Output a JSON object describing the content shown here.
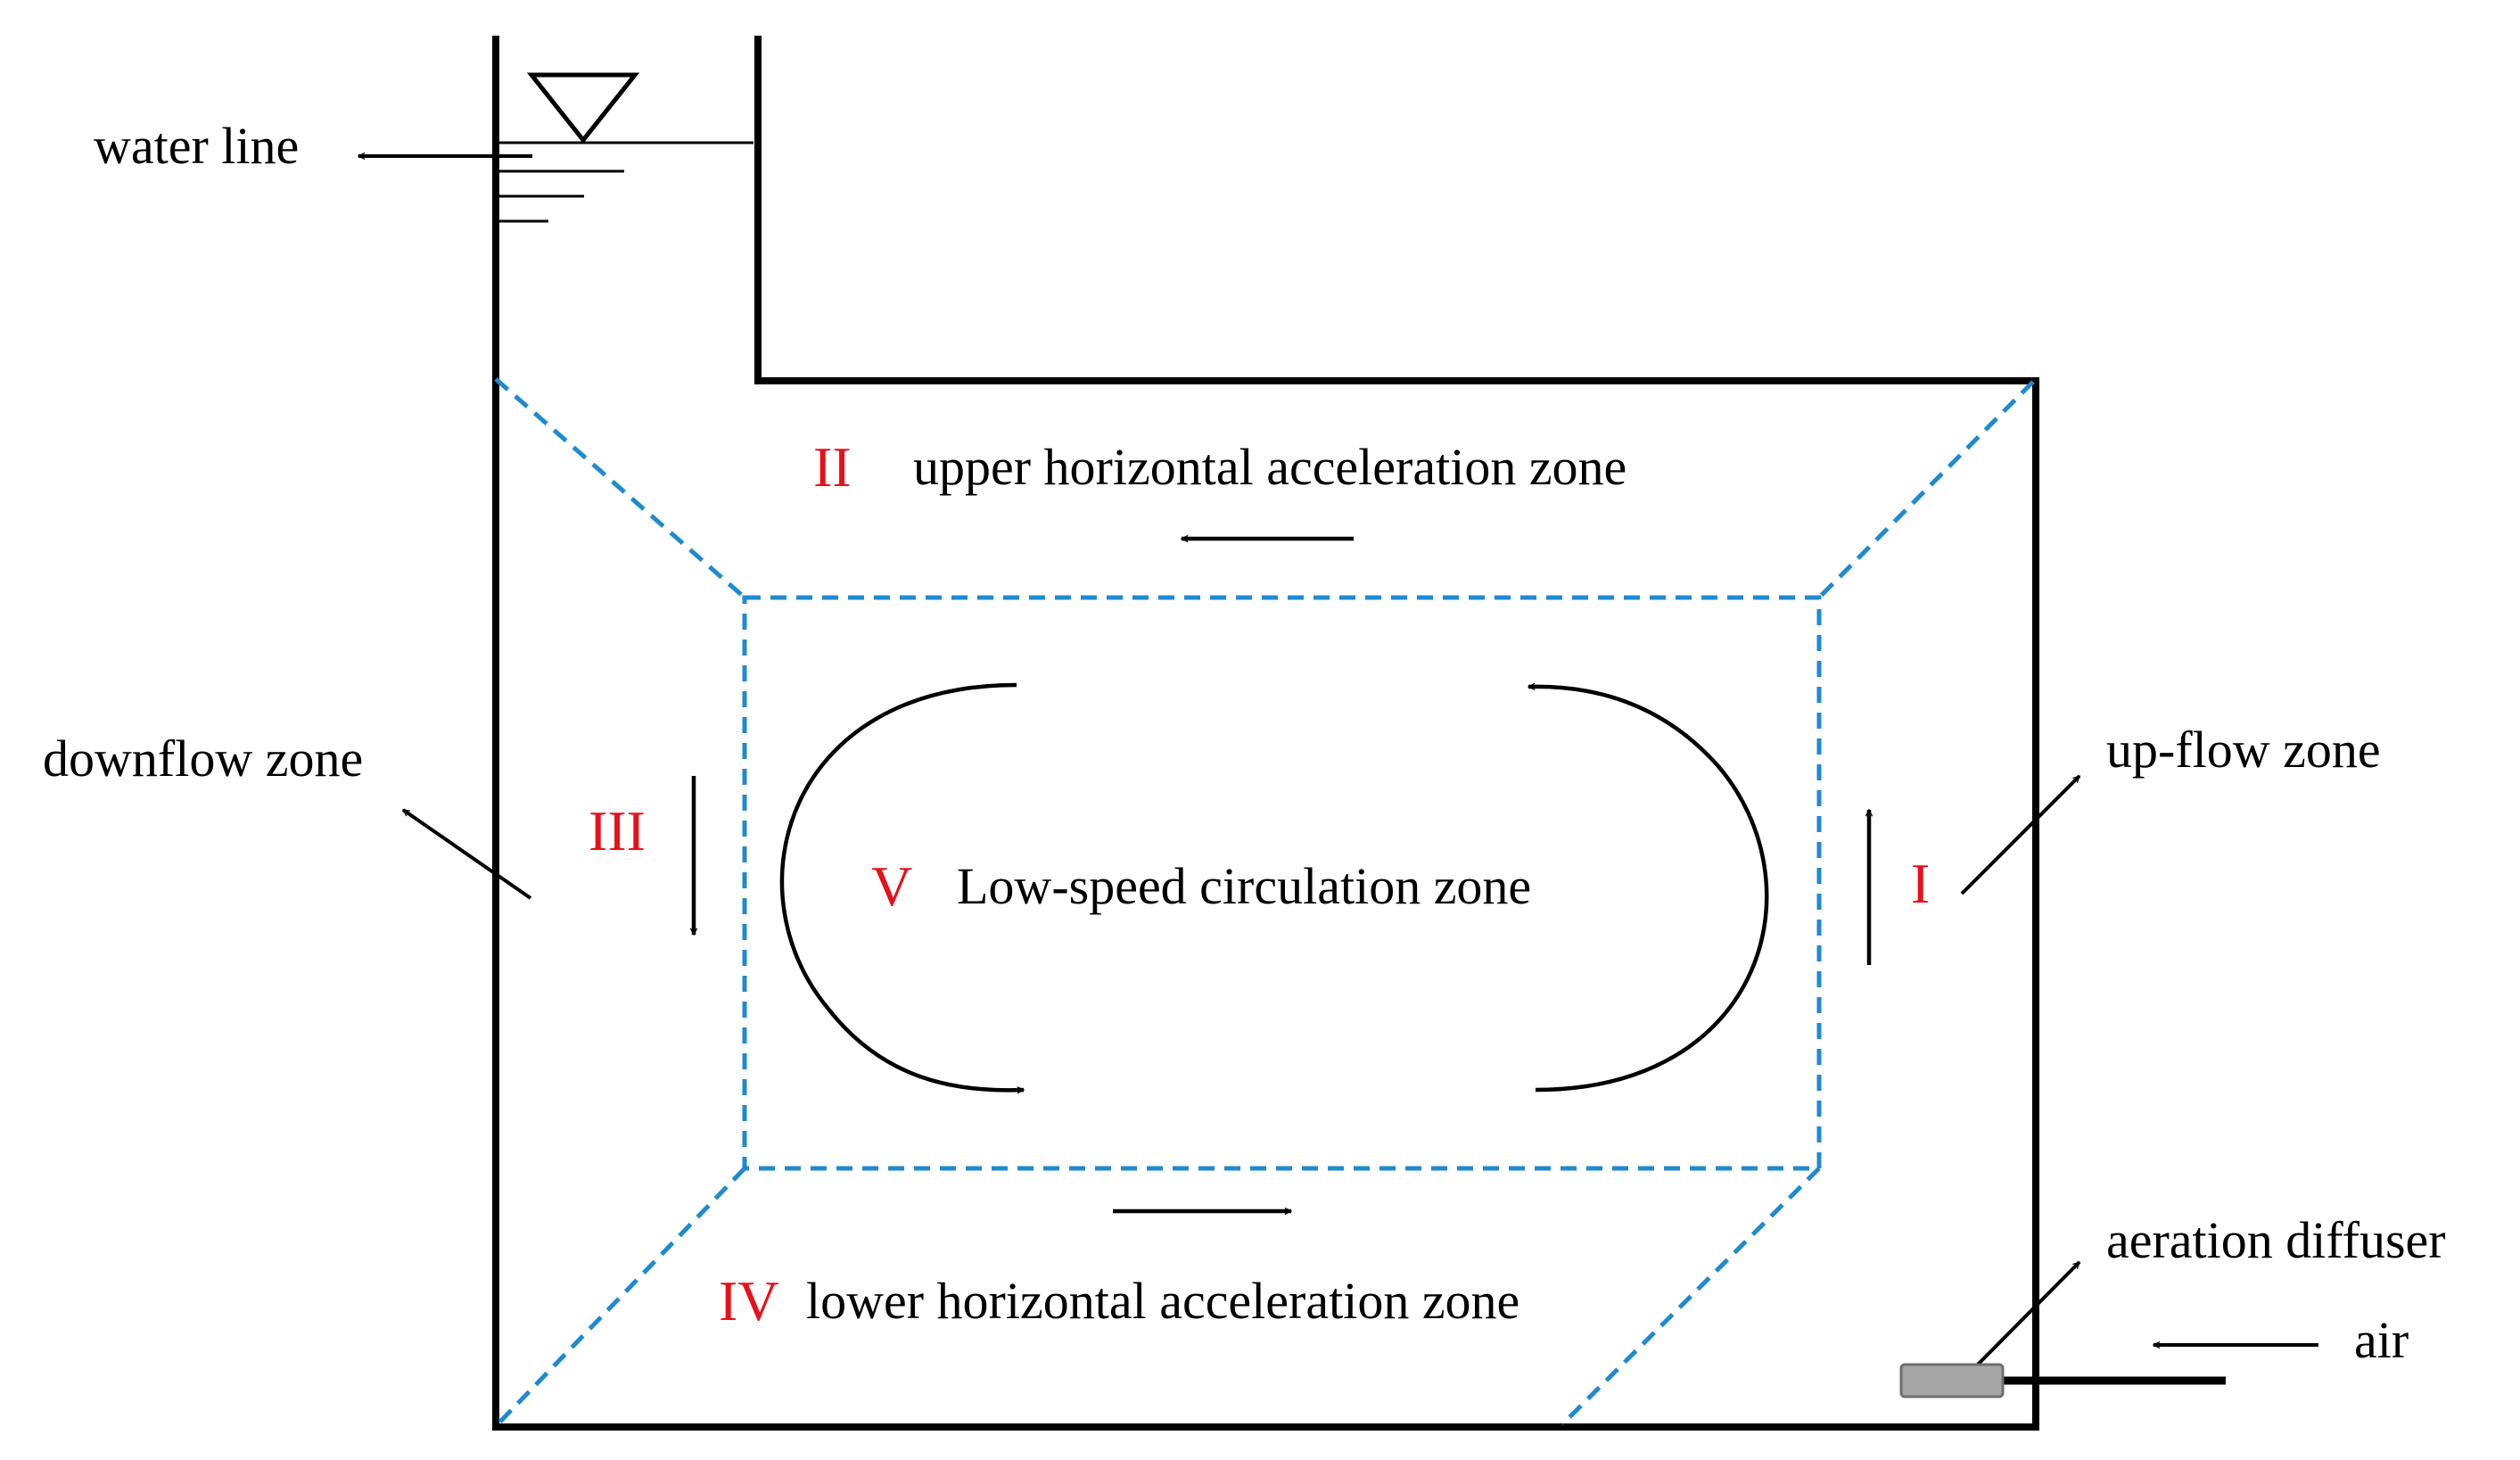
{
  "colors": {
    "line": "#000000",
    "zone_boundary": "#1f8ad0",
    "zone_numeral": "#e8101a",
    "diffuser_fill": "#a6a6a6"
  },
  "labels": {
    "water_line": "water line",
    "downflow": "downflow zone",
    "upflow": "up-flow zone",
    "aeration_diffuser": "aeration diffuser",
    "air": "air"
  },
  "zones": {
    "upper": {
      "numeral": "II",
      "label": "upper horizontal acceleration zone"
    },
    "downflow": {
      "numeral": "III"
    },
    "center": {
      "numeral": "V",
      "label": "Low-speed circulation zone"
    },
    "upflow": {
      "numeral": "I"
    },
    "lower": {
      "numeral": "IV",
      "label": "lower horizontal acceleration zone"
    }
  },
  "icons": {
    "water_level": "inverted-triangle-icon",
    "diffuser": "rectangle-diffuser-icon"
  }
}
